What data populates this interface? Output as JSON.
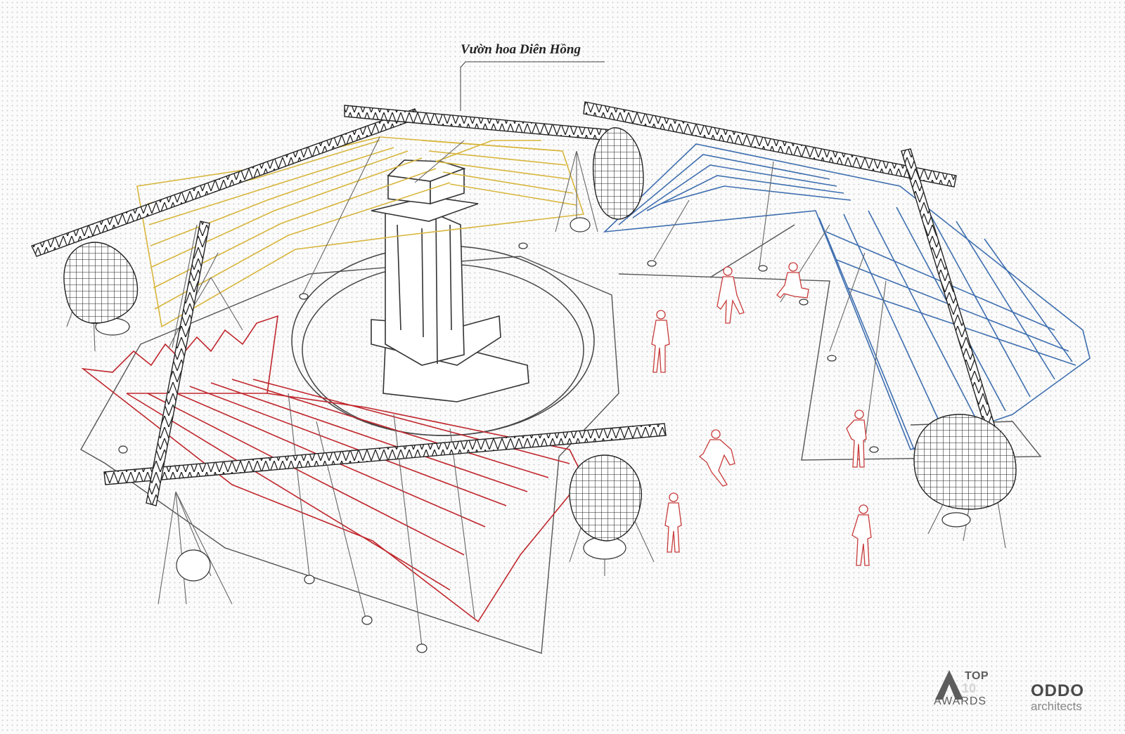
{
  "diagram": {
    "location_label": "Vườn hoa Diên Hồng"
  },
  "logos": {
    "award": {
      "top_text": "TOP",
      "number_text": "10",
      "awards_text": "AWARDS"
    },
    "brand": {
      "name": "ODDO",
      "subtitle": "architects"
    }
  },
  "colors": {
    "canopy_yellow": "#d8b63c",
    "canopy_blue": "#3f6fb0",
    "canopy_red": "#c0262c",
    "figures": "#c83a3a",
    "linework": "#333333"
  }
}
